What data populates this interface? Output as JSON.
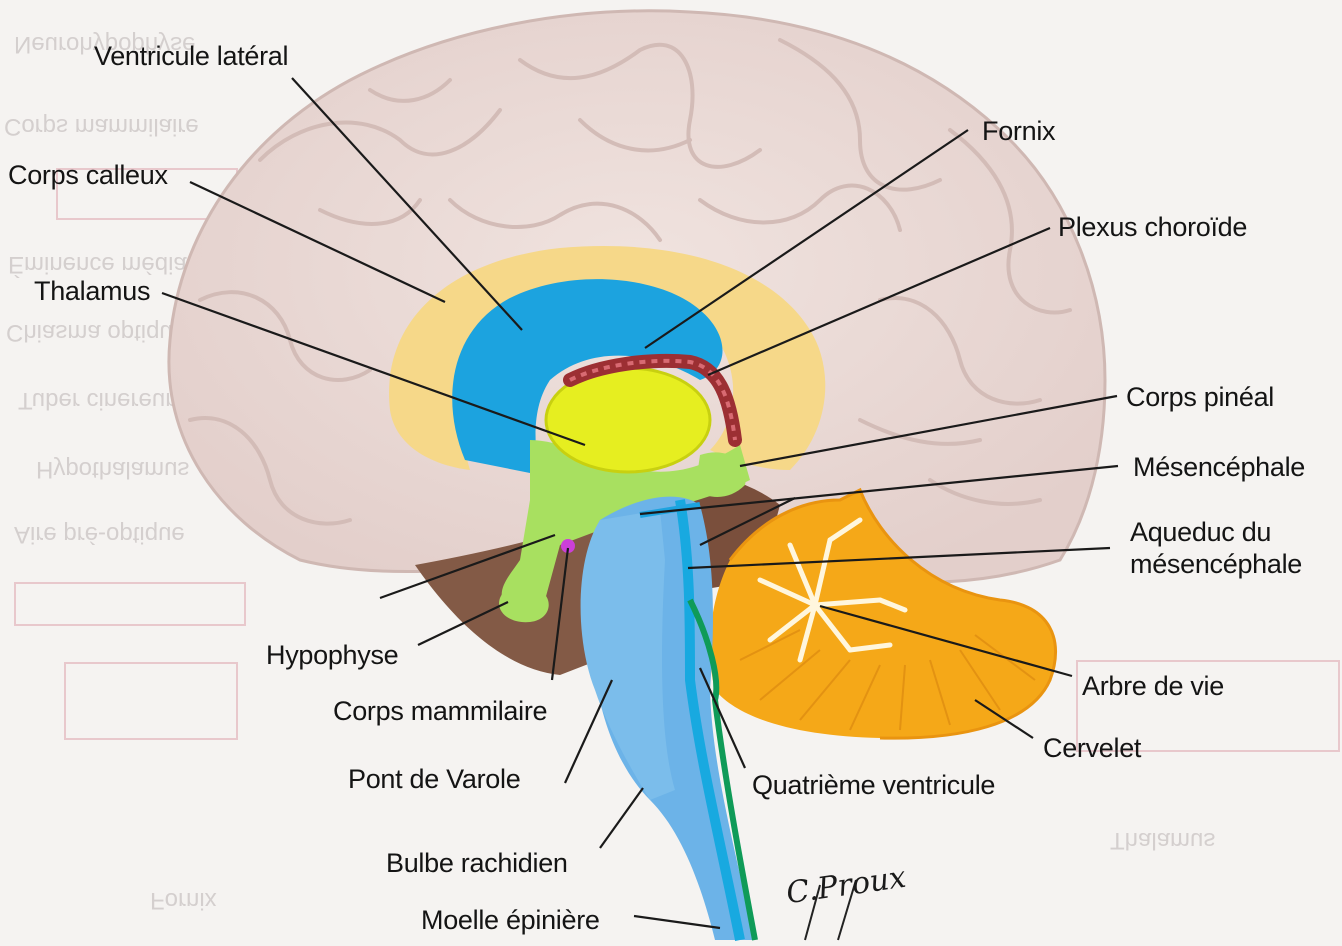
{
  "labels": {
    "ventricule_lateral": "Ventricule latéral",
    "corps_calleux": "Corps calleux",
    "thalamus": "Thalamus",
    "fornix": "Fornix",
    "plexus_choroide": "Plexus choroïde",
    "corps_pineal": "Corps pinéal",
    "mesencephale": "Mésencéphale",
    "aqueduc_line1": "Aqueduc du",
    "aqueduc_line2": "mésencéphale",
    "arbre_de_vie": "Arbre de vie",
    "cervelet": "Cervelet",
    "hypophyse": "Hypophyse",
    "corps_mammilaire": "Corps mammilaire",
    "pont_de_varole": "Pont de Varole",
    "quatrieme_ventricule": "Quatrième ventricule",
    "bulbe_rachidien": "Bulbe rachidien",
    "moelle_epiniere": "Moelle épinière"
  },
  "signature": "C.Proux",
  "colors": {
    "cortex": "#ecdcd8",
    "corpus_callosum": "#f6d889",
    "ventricle": "#1ca3df",
    "thalamus": "#e6ee20",
    "midbrain_green": "#a8e060",
    "brainstem": "#6cb3e8",
    "cerebellum": "#f5a818",
    "brown": "#835a46",
    "choroid": "#9c2f33"
  }
}
